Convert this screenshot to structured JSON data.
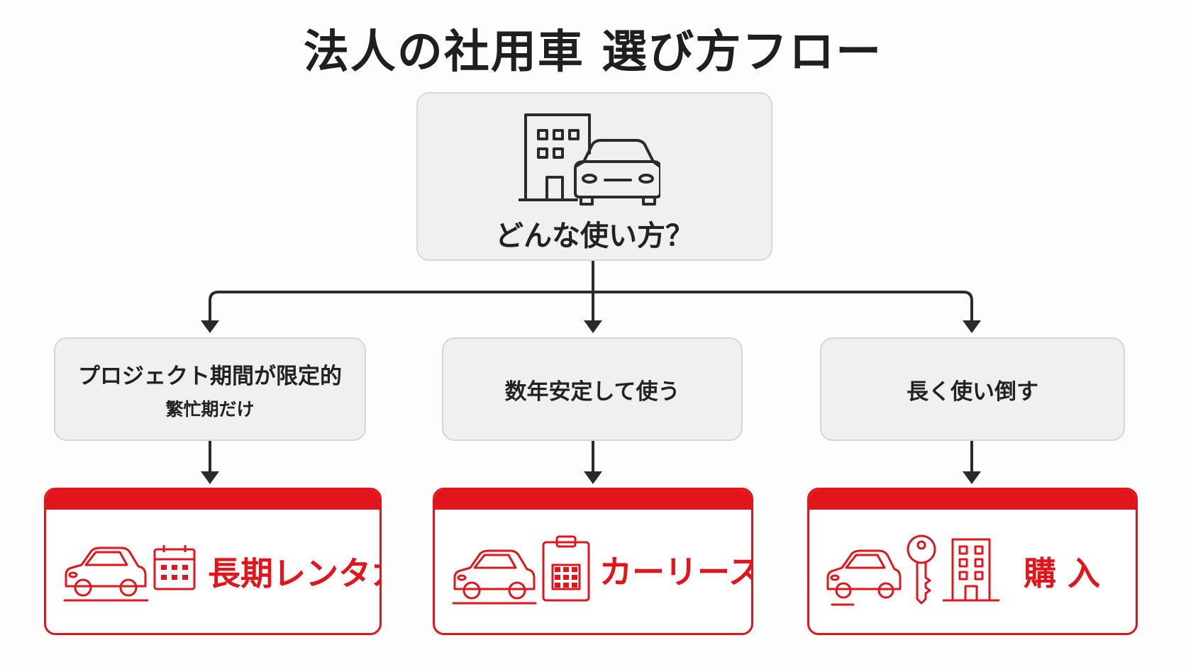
{
  "title": "法人の社用車 選び方フロー",
  "root": {
    "label": "どんな使い方？",
    "icon": "building-car-icon"
  },
  "conditions": [
    {
      "main": "プロジェクト期間が限定的",
      "sub": "繁忙期だけ"
    },
    {
      "main": "数年安定して使う",
      "sub": ""
    },
    {
      "main": "長く使い倒す",
      "sub": ""
    }
  ],
  "results": [
    {
      "label": "長期レンタカー",
      "icons": [
        "car-icon",
        "calendar-icon"
      ]
    },
    {
      "label": "カーリース",
      "icons": [
        "car-icon",
        "clipboard-icon"
      ]
    },
    {
      "label": "購 入",
      "icons": [
        "car-icon",
        "key-icon",
        "building-icon"
      ]
    }
  ],
  "colors": {
    "accent": "#e0161c",
    "box_fill": "#f0f0f0",
    "box_border": "#d6d6d6",
    "line": "#2a2a2a"
  }
}
